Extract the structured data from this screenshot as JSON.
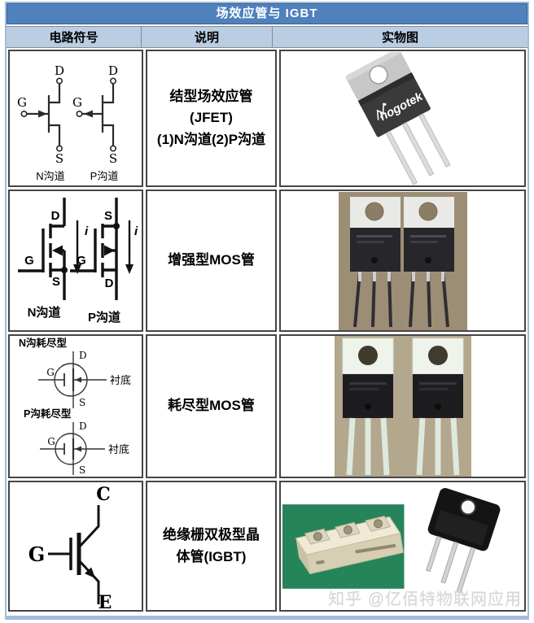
{
  "title": "场效应管与 IGBT",
  "header": {
    "col1": "电路符号",
    "col2": "说明",
    "col3": "实物图"
  },
  "rows": [
    {
      "description": "结型场效应管\n(JFET)\n(1)N沟道(2)P沟道"
    },
    {
      "description": "增强型MOS管"
    },
    {
      "description": "耗尽型MOS管"
    },
    {
      "description": "绝缘栅双极型晶\n体管(IGBT)"
    }
  ],
  "symbols": {
    "jfet": {
      "d": "D",
      "g": "G",
      "s": "S",
      "n_caption": "N沟道",
      "p_caption": "P沟道"
    },
    "mos": {
      "d": "D",
      "g": "G",
      "s": "S",
      "i": "i",
      "n_caption": "N沟道",
      "p_caption": "P沟道"
    },
    "depletion": {
      "d": "D",
      "g": "G",
      "s": "S",
      "n_label": "N沟耗尽型",
      "p_label": "P沟耗尽型",
      "substrate": "衬底"
    },
    "igbt": {
      "c": "C",
      "g": "G",
      "e": "E"
    }
  },
  "photos": {
    "brand": "hogotek"
  },
  "watermark": "知乎 @亿佰特物联网应用",
  "colors": {
    "title_bar": "#4f81bd",
    "header_bg": "#b9cde3",
    "outer_frame": "#a2bcda",
    "cell_border": "#454545",
    "photo_mos_bg": "#9c8e75",
    "photo_depletion_bg": "#b3a78d",
    "photo_igbt_bg": "#26845a",
    "watermark": "#d6d6d6"
  }
}
